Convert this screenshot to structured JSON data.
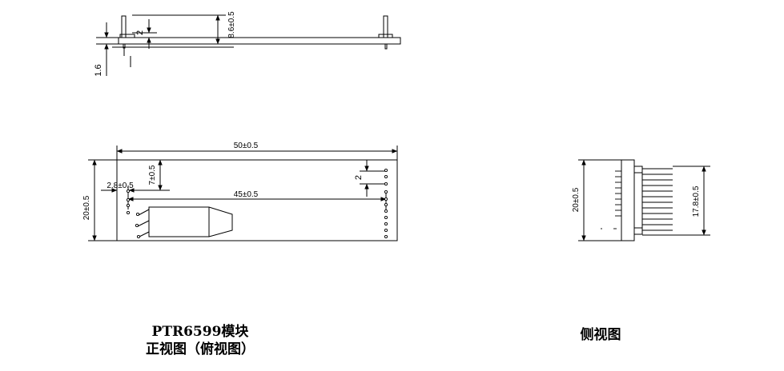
{
  "dimensions": {
    "pin_height": "8.6±0.5",
    "pin_offset": "2",
    "board_thickness": "1.6",
    "board_length": "50±0.5",
    "pin_row_spacing": "45±0.5",
    "board_width": "20±0.5",
    "left_pin_inset": "2.8±0.5",
    "top_pin_offset": "7±0.5",
    "right_pin_pitch": "2",
    "side_width": "20±0.5",
    "side_pin_span": "17.8±0.5"
  },
  "captions": {
    "front_line1": "PTR6599模块",
    "front_line2": "正视图（俯视图）",
    "side": "侧视图"
  }
}
